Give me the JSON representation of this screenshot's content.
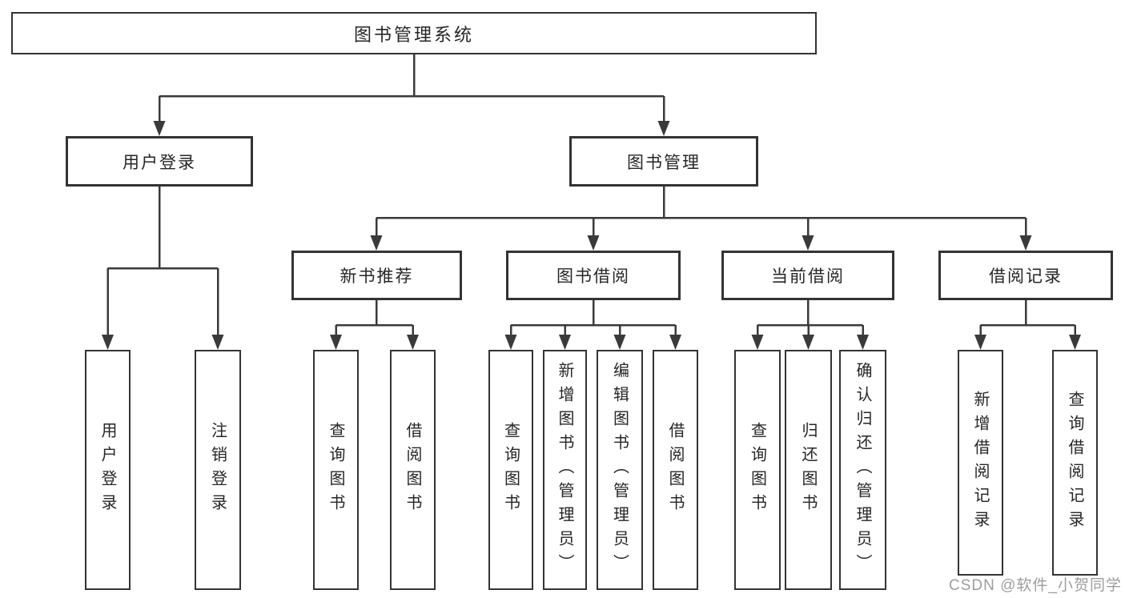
{
  "tree": {
    "root": {
      "label": "图书管理系统"
    },
    "children": [
      {
        "label": "用户登录",
        "children": [
          {
            "label": "用户登录"
          },
          {
            "label": "注销登录"
          }
        ]
      },
      {
        "label": "图书管理",
        "children": [
          {
            "label": "新书推荐",
            "children": [
              {
                "label": "查询图书"
              },
              {
                "label": "借阅图书"
              }
            ]
          },
          {
            "label": "图书借阅",
            "children": [
              {
                "label": "查询图书"
              },
              {
                "label": "新增图书（管理员）"
              },
              {
                "label": "编辑图书（管理员）"
              },
              {
                "label": "借阅图书"
              }
            ]
          },
          {
            "label": "当前借阅",
            "children": [
              {
                "label": "查询图书"
              },
              {
                "label": "归还图书"
              },
              {
                "label": "确认归还（管理员）"
              }
            ]
          },
          {
            "label": "借阅记录",
            "children": [
              {
                "label": "新增借阅记录"
              },
              {
                "label": "查询借阅记录"
              }
            ]
          }
        ]
      }
    ]
  },
  "watermark": {
    "text": "CSDN @软件_小贺同学"
  },
  "colors": {
    "line": "#3a3a3a",
    "border": "#333333",
    "text": "#262626",
    "watermark": "#9d9d9d",
    "background": "#ffffff"
  }
}
